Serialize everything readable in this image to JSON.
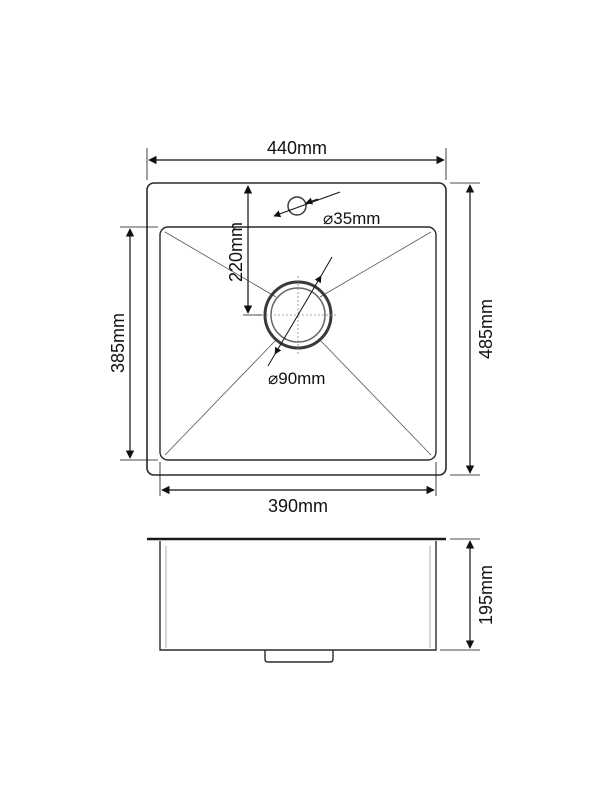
{
  "drawing": {
    "top_view": {
      "overall_width_label": "440mm",
      "overall_depth_label": "485mm",
      "bowl_width_label": "390mm",
      "bowl_depth_label": "385mm",
      "drain_offset_label": "220mm",
      "drain_diameter_label": "⌀90mm",
      "tap_hole_diameter_label": "⌀35mm"
    },
    "side_view": {
      "depth_label": "195mm"
    }
  },
  "colors": {
    "line": "#1a1a1a",
    "sink_edge": "#2a2a2a",
    "drain_ring": "#3a3a3a"
  }
}
